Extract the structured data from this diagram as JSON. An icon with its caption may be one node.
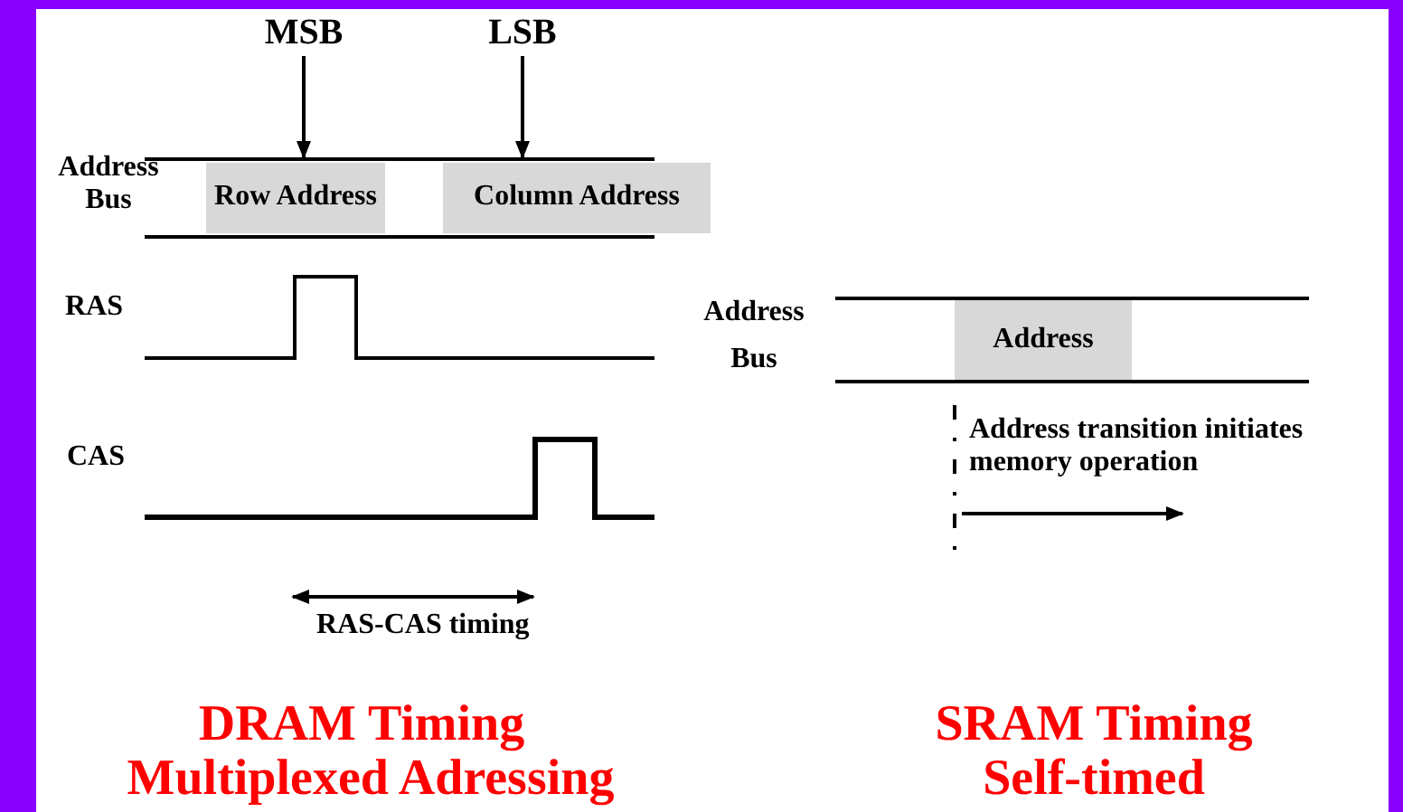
{
  "diagram": {
    "nodes": [
      {
        "text": [
          "MSB"
        ]
      },
      {
        "text": [
          "LSB"
        ]
      },
      {
        "text": [
          "Row Address"
        ]
      },
      {
        "text": [
          "Column Address"
        ]
      },
      {
        "text": [
          "Address"
        ]
      }
    ],
    "edges": [
      {
        "from": 0,
        "to": 2,
        "arrow": "to"
      },
      {
        "from": 1,
        "to": 3,
        "arrow": "to"
      }
    ],
    "labels": [
      "Address Bus",
      "RAS",
      "CAS",
      "RAS-CAS timing",
      "Address Bus",
      "Address transition initiates memory operation",
      "DRAM Timing",
      "Multiplexed Adressing",
      "SRAM Timing",
      "Self-timed"
    ]
  }
}
